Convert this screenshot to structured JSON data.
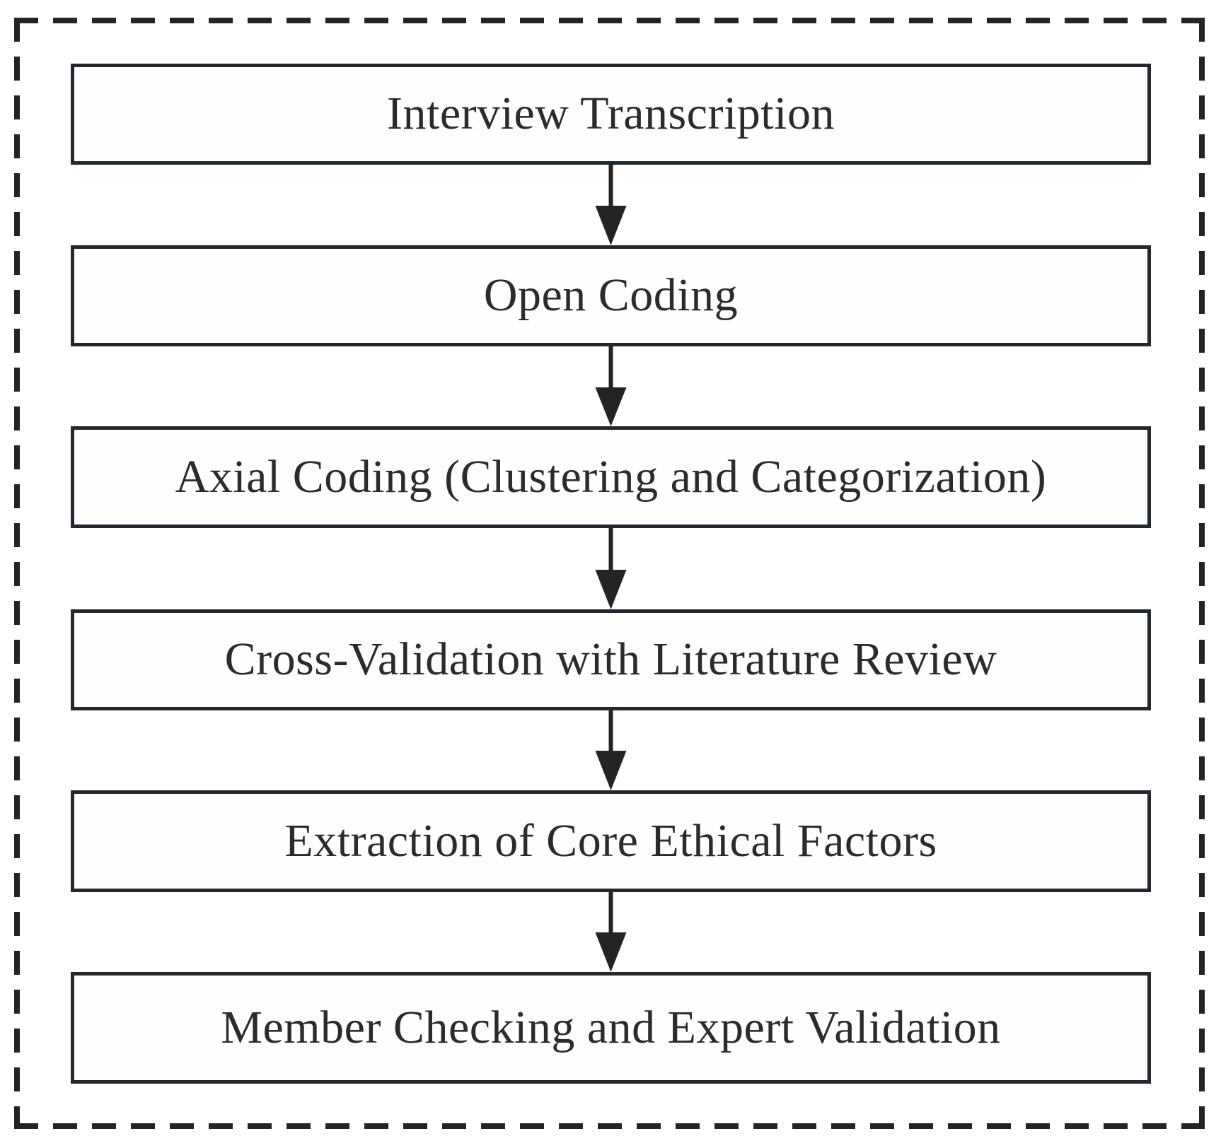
{
  "figure": {
    "type": "flowchart",
    "direction": "top-to-bottom",
    "steps": [
      {
        "id": 1,
        "label": "Interview Transcription"
      },
      {
        "id": 2,
        "label": "Open Coding"
      },
      {
        "id": 3,
        "label": "Axial Coding (Clustering and Categorization)"
      },
      {
        "id": 4,
        "label": "Cross-Validation with Literature Review"
      },
      {
        "id": 5,
        "label": "Extraction of Core Ethical Factors"
      },
      {
        "id": 6,
        "label": "Member Checking and Expert Validation"
      }
    ],
    "connections": [
      {
        "from": 1,
        "to": 2
      },
      {
        "from": 2,
        "to": 3
      },
      {
        "from": 3,
        "to": 4
      },
      {
        "from": 4,
        "to": 5
      },
      {
        "from": 5,
        "to": 6
      }
    ],
    "colors": {
      "background": "#ffffff",
      "frame_dash": "#242424",
      "box_border": "#22282d",
      "box_fill": "#fefefe",
      "arrow": "#242424",
      "text": "#2b2b2b"
    }
  }
}
